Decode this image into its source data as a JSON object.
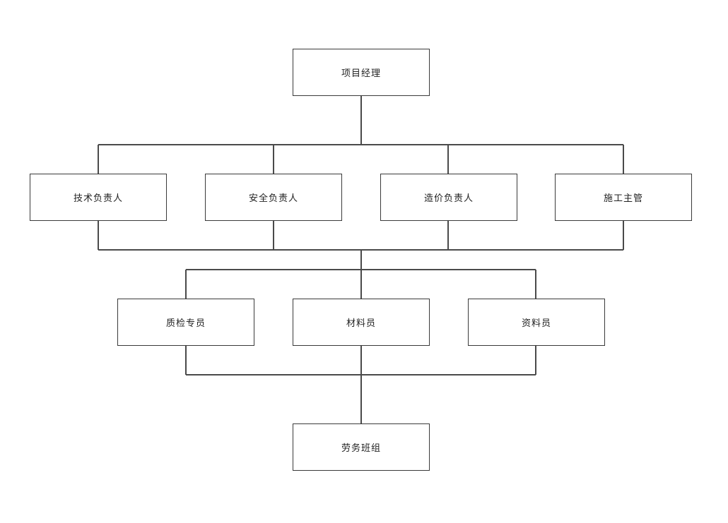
{
  "org_chart": {
    "nodes": {
      "project_manager": "项目经理",
      "technical_lead": "技术负责人",
      "safety_lead": "安全负责人",
      "cost_lead": "造价负责人",
      "construction_supervisor": "施工主管",
      "quality_inspector": "质检专员",
      "materials_clerk": "材料员",
      "documentation_clerk": "资料员",
      "labor_team": "劳务班组"
    },
    "hierarchy": [
      {
        "from": "project_manager",
        "to": [
          "technical_lead",
          "safety_lead",
          "cost_lead",
          "construction_supervisor"
        ]
      },
      {
        "from": [
          "technical_lead",
          "safety_lead",
          "cost_lead",
          "construction_supervisor"
        ],
        "to": [
          "quality_inspector",
          "materials_clerk",
          "documentation_clerk"
        ]
      },
      {
        "from": [
          "quality_inspector",
          "materials_clerk",
          "documentation_clerk"
        ],
        "to": [
          "labor_team"
        ]
      }
    ]
  }
}
